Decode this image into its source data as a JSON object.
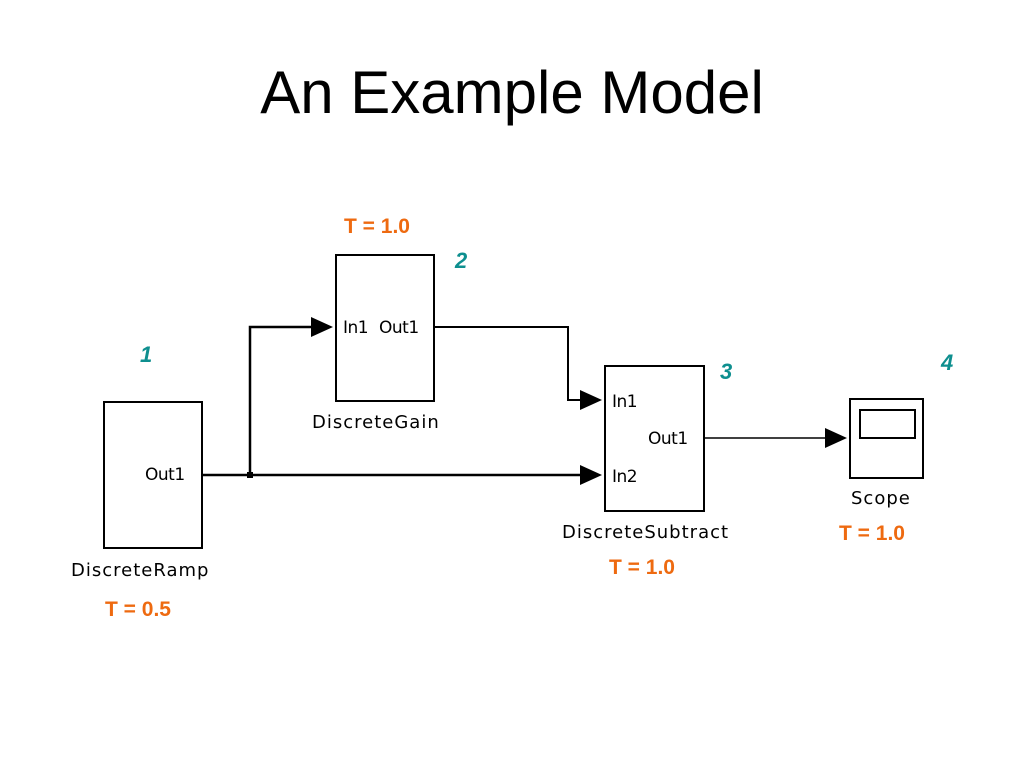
{
  "title": "An Example Model",
  "colors": {
    "timing": "#ee6a10",
    "order": "#0e8f8f",
    "line": "#000000"
  },
  "blocks": {
    "ramp": {
      "label": "DiscreteRamp",
      "out_port": "Out1",
      "order": "1",
      "timing": "T = 0.5"
    },
    "gain": {
      "label": "DiscreteGain",
      "in_port": "In1",
      "out_port": "Out1",
      "order": "2",
      "timing": "T = 1.0"
    },
    "subtract": {
      "label": "DiscreteSubtract",
      "in_port1": "In1",
      "in_port2": "In2",
      "out_port": "Out1",
      "order": "3",
      "timing": "T = 1.0"
    },
    "scope": {
      "label": "Scope",
      "icon": "scope-icon",
      "order": "4",
      "timing": "T = 1.0"
    }
  }
}
